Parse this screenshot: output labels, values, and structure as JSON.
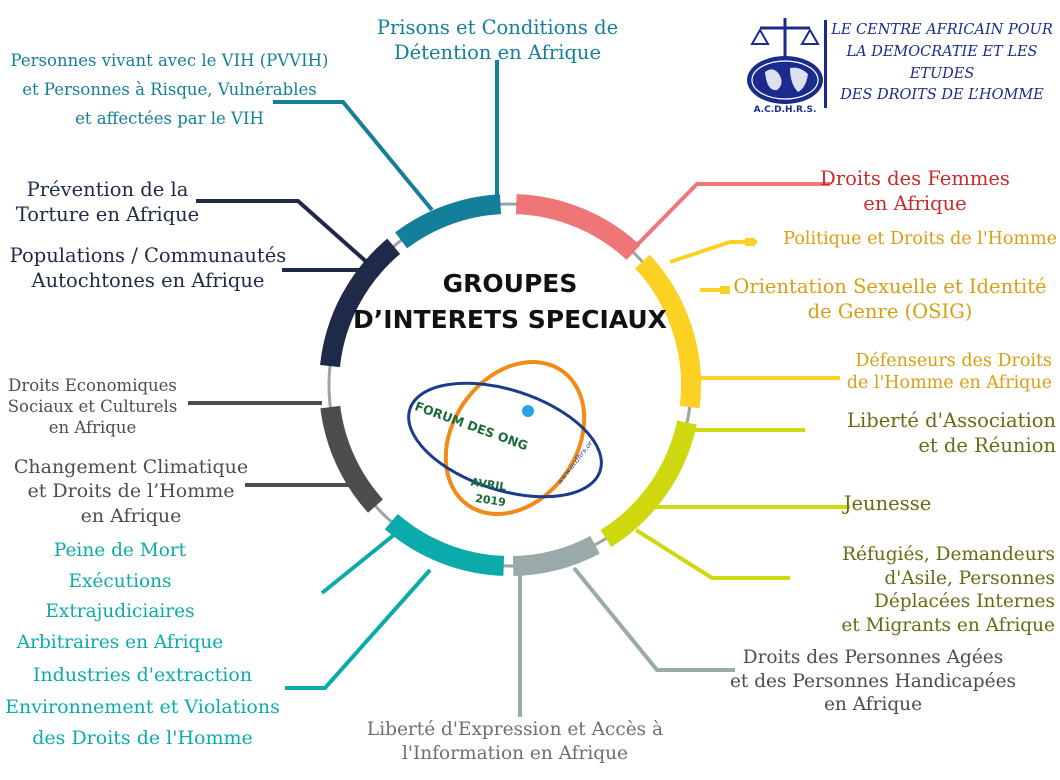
{
  "center_title": "GROUPES\nD’INTERETS SPECIAUX",
  "org": {
    "name": "LE CENTRE AFRICAIN POUR\nLA DEMOCRATIE ET LES ETUDES\nDES DROITS DE L’HOMME",
    "acronym": "A.C.D.H.R.S."
  },
  "forum_logo": {
    "title": "FORUM DES ONG",
    "date": "AVRIL\n2019",
    "url": "www.acdhrs.org"
  },
  "colors": {
    "teal": "#137f9b",
    "salmon": "#f07576",
    "gold": "#fbd124",
    "gold_text": "#d99e12",
    "olive": "#cfd80f",
    "olive_text": "#6b6a12",
    "grey": "#9aaaaa",
    "cyan": "#0cabab",
    "dark_grey": "#4d4d4f",
    "navy": "#1f2a48",
    "red_text": "#cc2b2b",
    "logo_blue": "#1a2b8c"
  },
  "groups": [
    {
      "id": "prisons",
      "label": "Prisons et Conditions de\nDétention en Afrique",
      "color": "#137f9b"
    },
    {
      "id": "pvvih",
      "label": "Personnes vivant avec le VIH (PVVIH)\net Personnes à Risque, Vulnérables\net affectées par le VIH",
      "color": "#137f9b"
    },
    {
      "id": "torture",
      "label": "Prévention de la\nTorture en Afrique",
      "color": "#1f2a48"
    },
    {
      "id": "autochtones",
      "label": "Populations / Communautés\nAutochtones en Afrique",
      "color": "#1f2a48"
    },
    {
      "id": "desc",
      "label": "Droits Economiques\nSociaux et Culturels\nen Afrique",
      "color": "#4d4d4f"
    },
    {
      "id": "climat",
      "label": "Changement Climatique\net Droits de l’Homme\nen Afrique",
      "color": "#4d4d4f"
    },
    {
      "id": "peine",
      "label": "Peine de Mort\nExécutions Extrajudiciaires\nArbitraires en Afrique",
      "color": "#0cabab"
    },
    {
      "id": "industries",
      "label": "Industries d'extraction\nEnvironnement et Violations\ndes Droits de l'Homme",
      "color": "#0cabab"
    },
    {
      "id": "expression",
      "label": "Liberté d'Expression et Accès à\nl'Information en Afrique",
      "color": "#6f6f6f"
    },
    {
      "id": "agees",
      "label": "Droits des Personnes Agées\net des Personnes Handicapées\nen Afrique",
      "color": "#4d4d4f"
    },
    {
      "id": "refugies",
      "label": "Réfugiés, Demandeurs\nd'Asile, Personnes\nDéplacées Internes\net Migrants en Afrique",
      "color": "#6b6a12"
    },
    {
      "id": "jeunesse",
      "label": "Jeunesse",
      "color": "#6b6a12"
    },
    {
      "id": "association",
      "label": "Liberté d'Association\net de Réunion",
      "color": "#6b6a12"
    },
    {
      "id": "defenseurs",
      "label": "Défenseurs des Droits\nde l'Homme en Afrique",
      "color": "#d99e12"
    },
    {
      "id": "osig",
      "label": "Orientation Sexuelle et Identité\nde Genre (OSIG)",
      "color": "#d99e12"
    },
    {
      "id": "politique",
      "label": "Politique et Droits de l'Homme",
      "color": "#d99e12"
    },
    {
      "id": "femmes",
      "label": "Droits des Femmes\nen Afrique",
      "color": "#cc2b2b"
    }
  ]
}
